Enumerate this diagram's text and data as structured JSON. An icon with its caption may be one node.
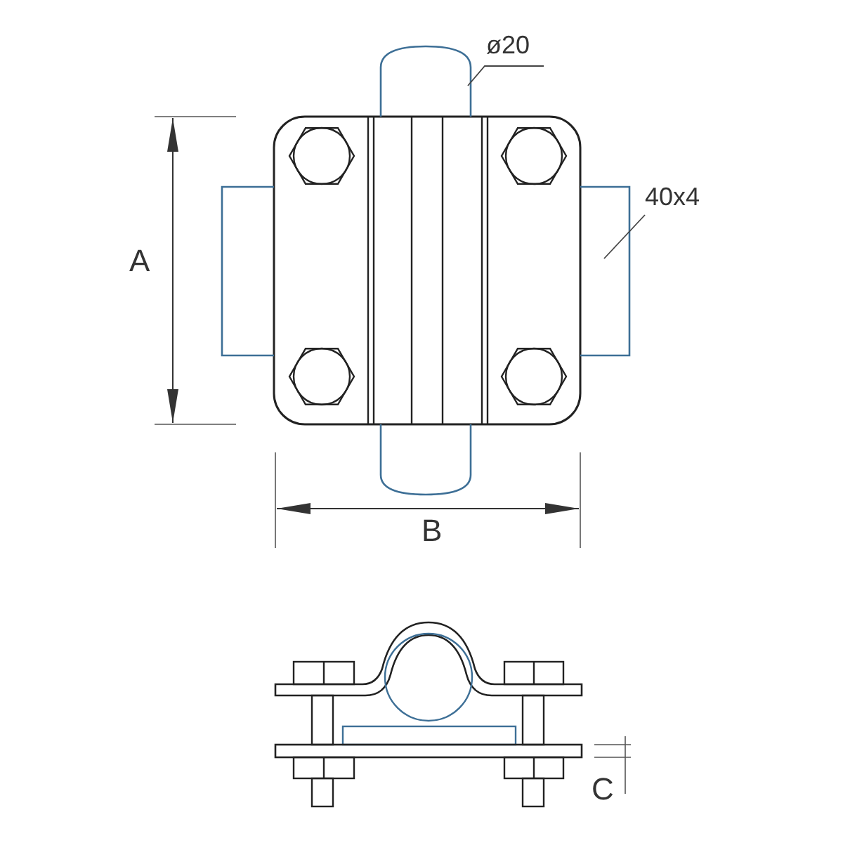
{
  "diagram": {
    "nodes": [
      {
        "text": [
          "ø20"
        ]
      },
      {
        "text": [],
        "shape": "bar"
      },
      {
        "text": [
          "40x4"
        ]
      },
      {
        "text": [],
        "shape": "bar"
      }
    ],
    "edges": [
      {
        "from": 0,
        "to": 1,
        "arrow": "none"
      },
      {
        "from": 2,
        "to": 3,
        "arrow": "none"
      }
    ],
    "labels": [
      "A",
      "B",
      "C"
    ]
  }
}
